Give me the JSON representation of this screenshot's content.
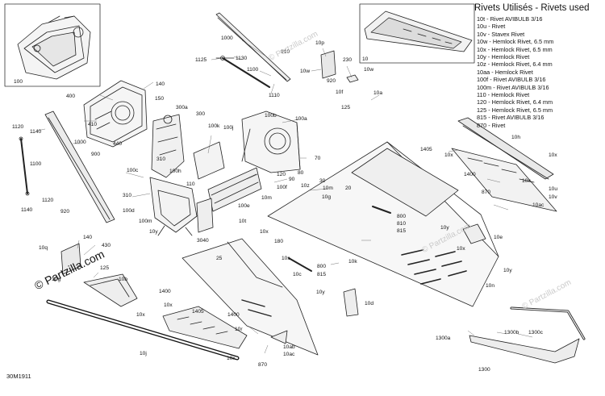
{
  "legend": {
    "title": "Rivets Utilisés - Rivets used",
    "items": [
      "10t - Rivet AVIBULB 3/16",
      "10u - Rivet",
      "10v - Stavex Rivet",
      "10w - Hemlock Rivet, 6.5 mm",
      "10x - Hemlock Rivet, 6.5 mm",
      "10y - Hemlock Rivet",
      "10z - Hemlock Rivet, 6.4 mm",
      "10aa - Hemlock Rivet",
      "100f - Rivet AVIBULB 3/16",
      "100m - Rivet AVIBULB 3/16",
      "110 - Hemlock Rivet",
      "120 - Hemlock Rivet, 6.4 mm",
      "125 - Hemlock Rivet, 6.5 mm",
      "815 - Rivet AVIBULB 3/16",
      "870 - Rivet"
    ]
  },
  "inset_labels": {
    "left": "100",
    "right": "10"
  },
  "watermark": "© Partzilla.com",
  "brand": "© Partzilla.com",
  "doc_id": "30M1911",
  "callouts": [
    {
      "id": "c1000a",
      "text": "1000"
    },
    {
      "id": "c1125",
      "text": "1125"
    },
    {
      "id": "c1130",
      "text": "1130"
    },
    {
      "id": "c910",
      "text": "910"
    },
    {
      "id": "c1100a",
      "text": "1100"
    },
    {
      "id": "c1110",
      "text": "1110"
    },
    {
      "id": "c10p",
      "text": "10p"
    },
    {
      "id": "c230",
      "text": "230"
    },
    {
      "id": "c10w",
      "text": "10w"
    },
    {
      "id": "c10wb",
      "text": "10w"
    },
    {
      "id": "c920a",
      "text": "920"
    },
    {
      "id": "c10f",
      "text": "10f"
    },
    {
      "id": "c10a",
      "text": "10a"
    },
    {
      "id": "c125a",
      "text": "125"
    },
    {
      "id": "c140a",
      "text": "140"
    },
    {
      "id": "c400",
      "text": "400"
    },
    {
      "id": "c150",
      "text": "150"
    },
    {
      "id": "c300a",
      "text": "300a"
    },
    {
      "id": "c300",
      "text": "300"
    },
    {
      "id": "c410",
      "text": "410"
    },
    {
      "id": "c440",
      "text": "440"
    },
    {
      "id": "c100b",
      "text": "100b"
    },
    {
      "id": "c100a",
      "text": "100a"
    },
    {
      "id": "c100k",
      "text": "100k"
    },
    {
      "id": "c100j",
      "text": "100j"
    },
    {
      "id": "c1120a",
      "text": "1120"
    },
    {
      "id": "c1140a",
      "text": "1140"
    },
    {
      "id": "c1000b",
      "text": "1000"
    },
    {
      "id": "c900",
      "text": "900"
    },
    {
      "id": "c1100b",
      "text": "1100"
    },
    {
      "id": "c310a",
      "text": "310"
    },
    {
      "id": "c100c",
      "text": "100c"
    },
    {
      "id": "c100h",
      "text": "100h"
    },
    {
      "id": "c110",
      "text": "110"
    },
    {
      "id": "c1120b",
      "text": "1120"
    },
    {
      "id": "c1140b",
      "text": "1140"
    },
    {
      "id": "c920b",
      "text": "920"
    },
    {
      "id": "c310b",
      "text": "310"
    },
    {
      "id": "c100d",
      "text": "100d"
    },
    {
      "id": "c100m",
      "text": "100m"
    },
    {
      "id": "c100e",
      "text": "100e"
    },
    {
      "id": "c100f",
      "text": "100f"
    },
    {
      "id": "c120",
      "text": "120"
    },
    {
      "id": "c90",
      "text": "90"
    },
    {
      "id": "c80",
      "text": "80"
    },
    {
      "id": "c70",
      "text": "70"
    },
    {
      "id": "c30",
      "text": "30"
    },
    {
      "id": "c10m",
      "text": "10m"
    },
    {
      "id": "c10z",
      "text": "10z"
    },
    {
      "id": "c10ma",
      "text": "10m"
    },
    {
      "id": "c10ga",
      "text": "10g"
    },
    {
      "id": "c10y",
      "text": "10y"
    },
    {
      "id": "c10t",
      "text": "10t"
    },
    {
      "id": "c10xa",
      "text": "10x"
    },
    {
      "id": "c180",
      "text": "180"
    },
    {
      "id": "c20",
      "text": "20"
    },
    {
      "id": "c800a",
      "text": "800"
    },
    {
      "id": "c810",
      "text": "810"
    },
    {
      "id": "c815a",
      "text": "815"
    },
    {
      "id": "c1405a",
      "text": "1405"
    },
    {
      "id": "c10ha",
      "text": "10h"
    },
    {
      "id": "c10xb",
      "text": "10x"
    },
    {
      "id": "c10xc",
      "text": "10x"
    },
    {
      "id": "c1400a",
      "text": "1400"
    },
    {
      "id": "c10xd",
      "text": "10x"
    },
    {
      "id": "c870a",
      "text": "870"
    },
    {
      "id": "c10u",
      "text": "10u"
    },
    {
      "id": "c10v",
      "text": "10v"
    },
    {
      "id": "c10ac",
      "text": "10ac"
    },
    {
      "id": "c10ya",
      "text": "10y"
    },
    {
      "id": "c10e",
      "text": "10e"
    },
    {
      "id": "c10xe",
      "text": "10x"
    },
    {
      "id": "c10k",
      "text": "10k"
    },
    {
      "id": "c3040",
      "text": "3040"
    },
    {
      "id": "c25",
      "text": "25"
    },
    {
      "id": "c10s",
      "text": "10s"
    },
    {
      "id": "c10c",
      "text": "10c"
    },
    {
      "id": "c800b",
      "text": "800"
    },
    {
      "id": "c815b",
      "text": "815"
    },
    {
      "id": "c10q",
      "text": "10q"
    },
    {
      "id": "c140b",
      "text": "140"
    },
    {
      "id": "c430",
      "text": "430"
    },
    {
      "id": "c10g",
      "text": "10g"
    },
    {
      "id": "c125b",
      "text": "125"
    },
    {
      "id": "c10b",
      "text": "10b"
    },
    {
      "id": "c1400b",
      "text": "1400"
    },
    {
      "id": "c10xf",
      "text": "10x"
    },
    {
      "id": "c1405b",
      "text": "1405"
    },
    {
      "id": "c1400c",
      "text": "1400"
    },
    {
      "id": "c10xg",
      "text": "10x"
    },
    {
      "id": "c10r",
      "text": "10r"
    },
    {
      "id": "c10j",
      "text": "10j"
    },
    {
      "id": "c10xh",
      "text": "10x"
    },
    {
      "id": "c10ab",
      "text": "10ab"
    },
    {
      "id": "c10aca",
      "text": "10ac"
    },
    {
      "id": "c870b",
      "text": "870"
    },
    {
      "id": "c10yb",
      "text": "10y"
    },
    {
      "id": "c10d",
      "text": "10d"
    },
    {
      "id": "c10yc",
      "text": "10y"
    },
    {
      "id": "c10n",
      "text": "10n"
    },
    {
      "id": "c1300a",
      "text": "1300a"
    },
    {
      "id": "c1300b",
      "text": "1300b"
    },
    {
      "id": "c1300c",
      "text": "1300c"
    },
    {
      "id": "c1300",
      "text": "1300"
    }
  ]
}
